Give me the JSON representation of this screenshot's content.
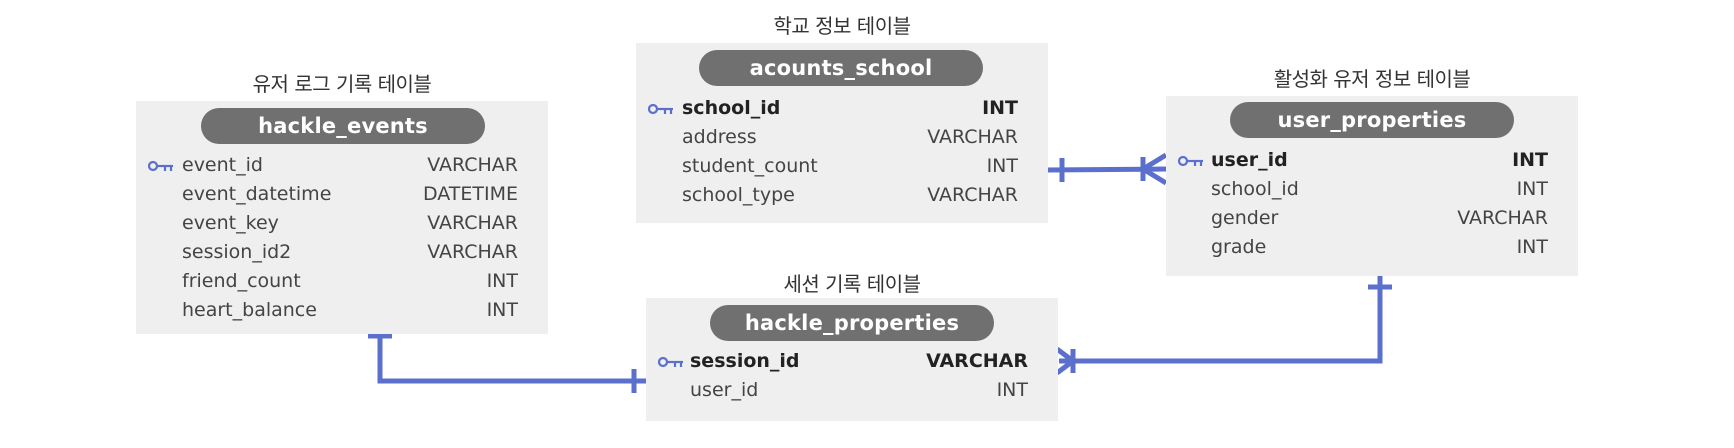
{
  "tables": {
    "hackle_events": {
      "caption": "유저 로그 기록 테이블",
      "name": "hackle_events",
      "fields": [
        {
          "name": "event_id",
          "type": "VARCHAR"
        },
        {
          "name": "event_datetime",
          "type": "DATETIME"
        },
        {
          "name": "event_key",
          "type": "VARCHAR"
        },
        {
          "name": "session_id2",
          "type": "VARCHAR"
        },
        {
          "name": "friend_count",
          "type": "INT"
        },
        {
          "name": "heart_balance",
          "type": "INT"
        }
      ]
    },
    "acounts_school": {
      "caption": "학교 정보 테이블",
      "name": "acounts_school",
      "fields": [
        {
          "name": "school_id",
          "type": "INT"
        },
        {
          "name": "address",
          "type": "VARCHAR"
        },
        {
          "name": "student_count",
          "type": "INT"
        },
        {
          "name": "school_type",
          "type": "VARCHAR"
        }
      ]
    },
    "user_properties": {
      "caption": "활성화 유저 정보 테이블",
      "name": "user_properties",
      "fields": [
        {
          "name": "user_id",
          "type": "INT"
        },
        {
          "name": "school_id",
          "type": "INT"
        },
        {
          "name": "gender",
          "type": "VARCHAR"
        },
        {
          "name": "grade",
          "type": "INT"
        }
      ]
    },
    "hackle_properties": {
      "caption": "세션 기록 테이블",
      "name": "hackle_properties",
      "fields": [
        {
          "name": "session_id",
          "type": "VARCHAR"
        },
        {
          "name": "user_id",
          "type": "INT"
        }
      ]
    }
  },
  "colors": {
    "link": "#5b6fcc",
    "key_icon": "#5b6fcc",
    "table_bg": "#efefef",
    "pill_bg": "#707070"
  },
  "icons": {
    "primary_key": "key-icon"
  }
}
